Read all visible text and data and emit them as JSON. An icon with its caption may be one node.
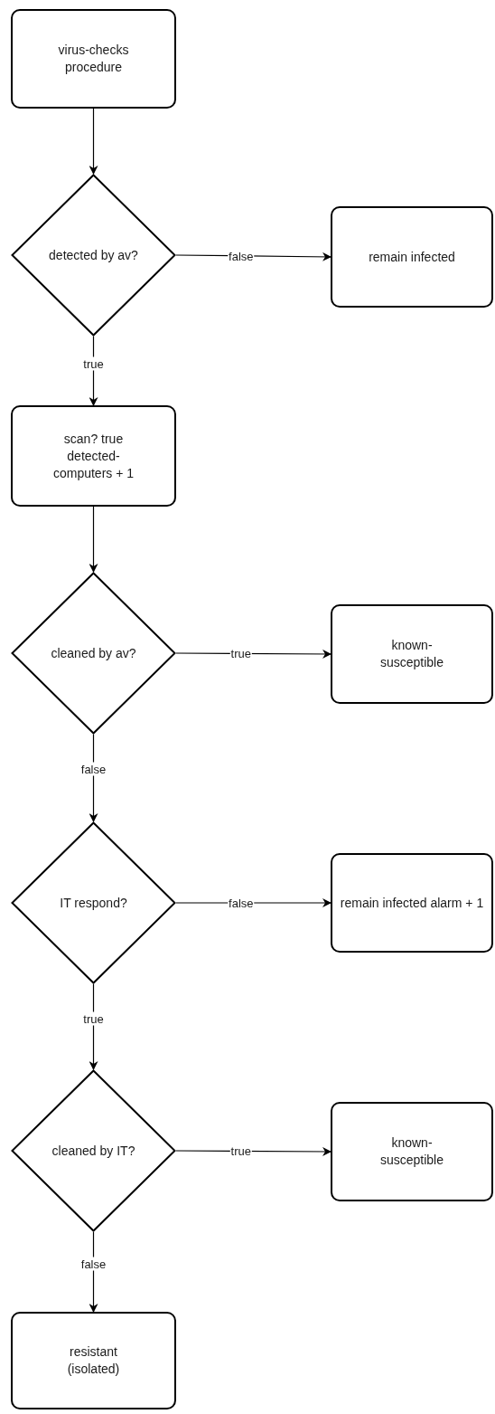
{
  "diagram": {
    "nodes": [
      {
        "text": [
          "virus-checks procedure"
        ]
      },
      {
        "text": [
          "detected by av?"
        ]
      },
      {
        "text": [
          "remain infected"
        ]
      },
      {
        "text": [
          "scan? true detected-computers + 1"
        ]
      },
      {
        "text": [
          "cleaned by av?"
        ]
      },
      {
        "text": [
          "known-susceptible"
        ]
      },
      {
        "text": [
          "IT respond?"
        ]
      },
      {
        "text": [
          "remain infected alarm + 1"
        ]
      },
      {
        "text": [
          "cleaned by IT?"
        ]
      },
      {
        "text": [
          "known-susceptible"
        ]
      },
      {
        "text": [
          "resistant (isolated)"
        ]
      }
    ],
    "edges": [
      {
        "from": 0,
        "to": 1,
        "arrow": "to"
      },
      {
        "from": 1,
        "to": 2,
        "arrow": "to",
        "label": "false"
      },
      {
        "from": 1,
        "to": 3,
        "arrow": "to",
        "label": "true"
      },
      {
        "from": 3,
        "to": 4,
        "arrow": "to"
      },
      {
        "from": 4,
        "to": 5,
        "arrow": "to",
        "label": "true"
      },
      {
        "from": 4,
        "to": 6,
        "arrow": "to",
        "label": "false"
      },
      {
        "from": 6,
        "to": 7,
        "arrow": "to",
        "label": "false"
      },
      {
        "from": 6,
        "to": 8,
        "arrow": "to",
        "label": "true"
      },
      {
        "from": 8,
        "to": 9,
        "arrow": "to",
        "label": "true"
      },
      {
        "from": 8,
        "to": 10,
        "arrow": "to",
        "label": "false"
      }
    ]
  }
}
